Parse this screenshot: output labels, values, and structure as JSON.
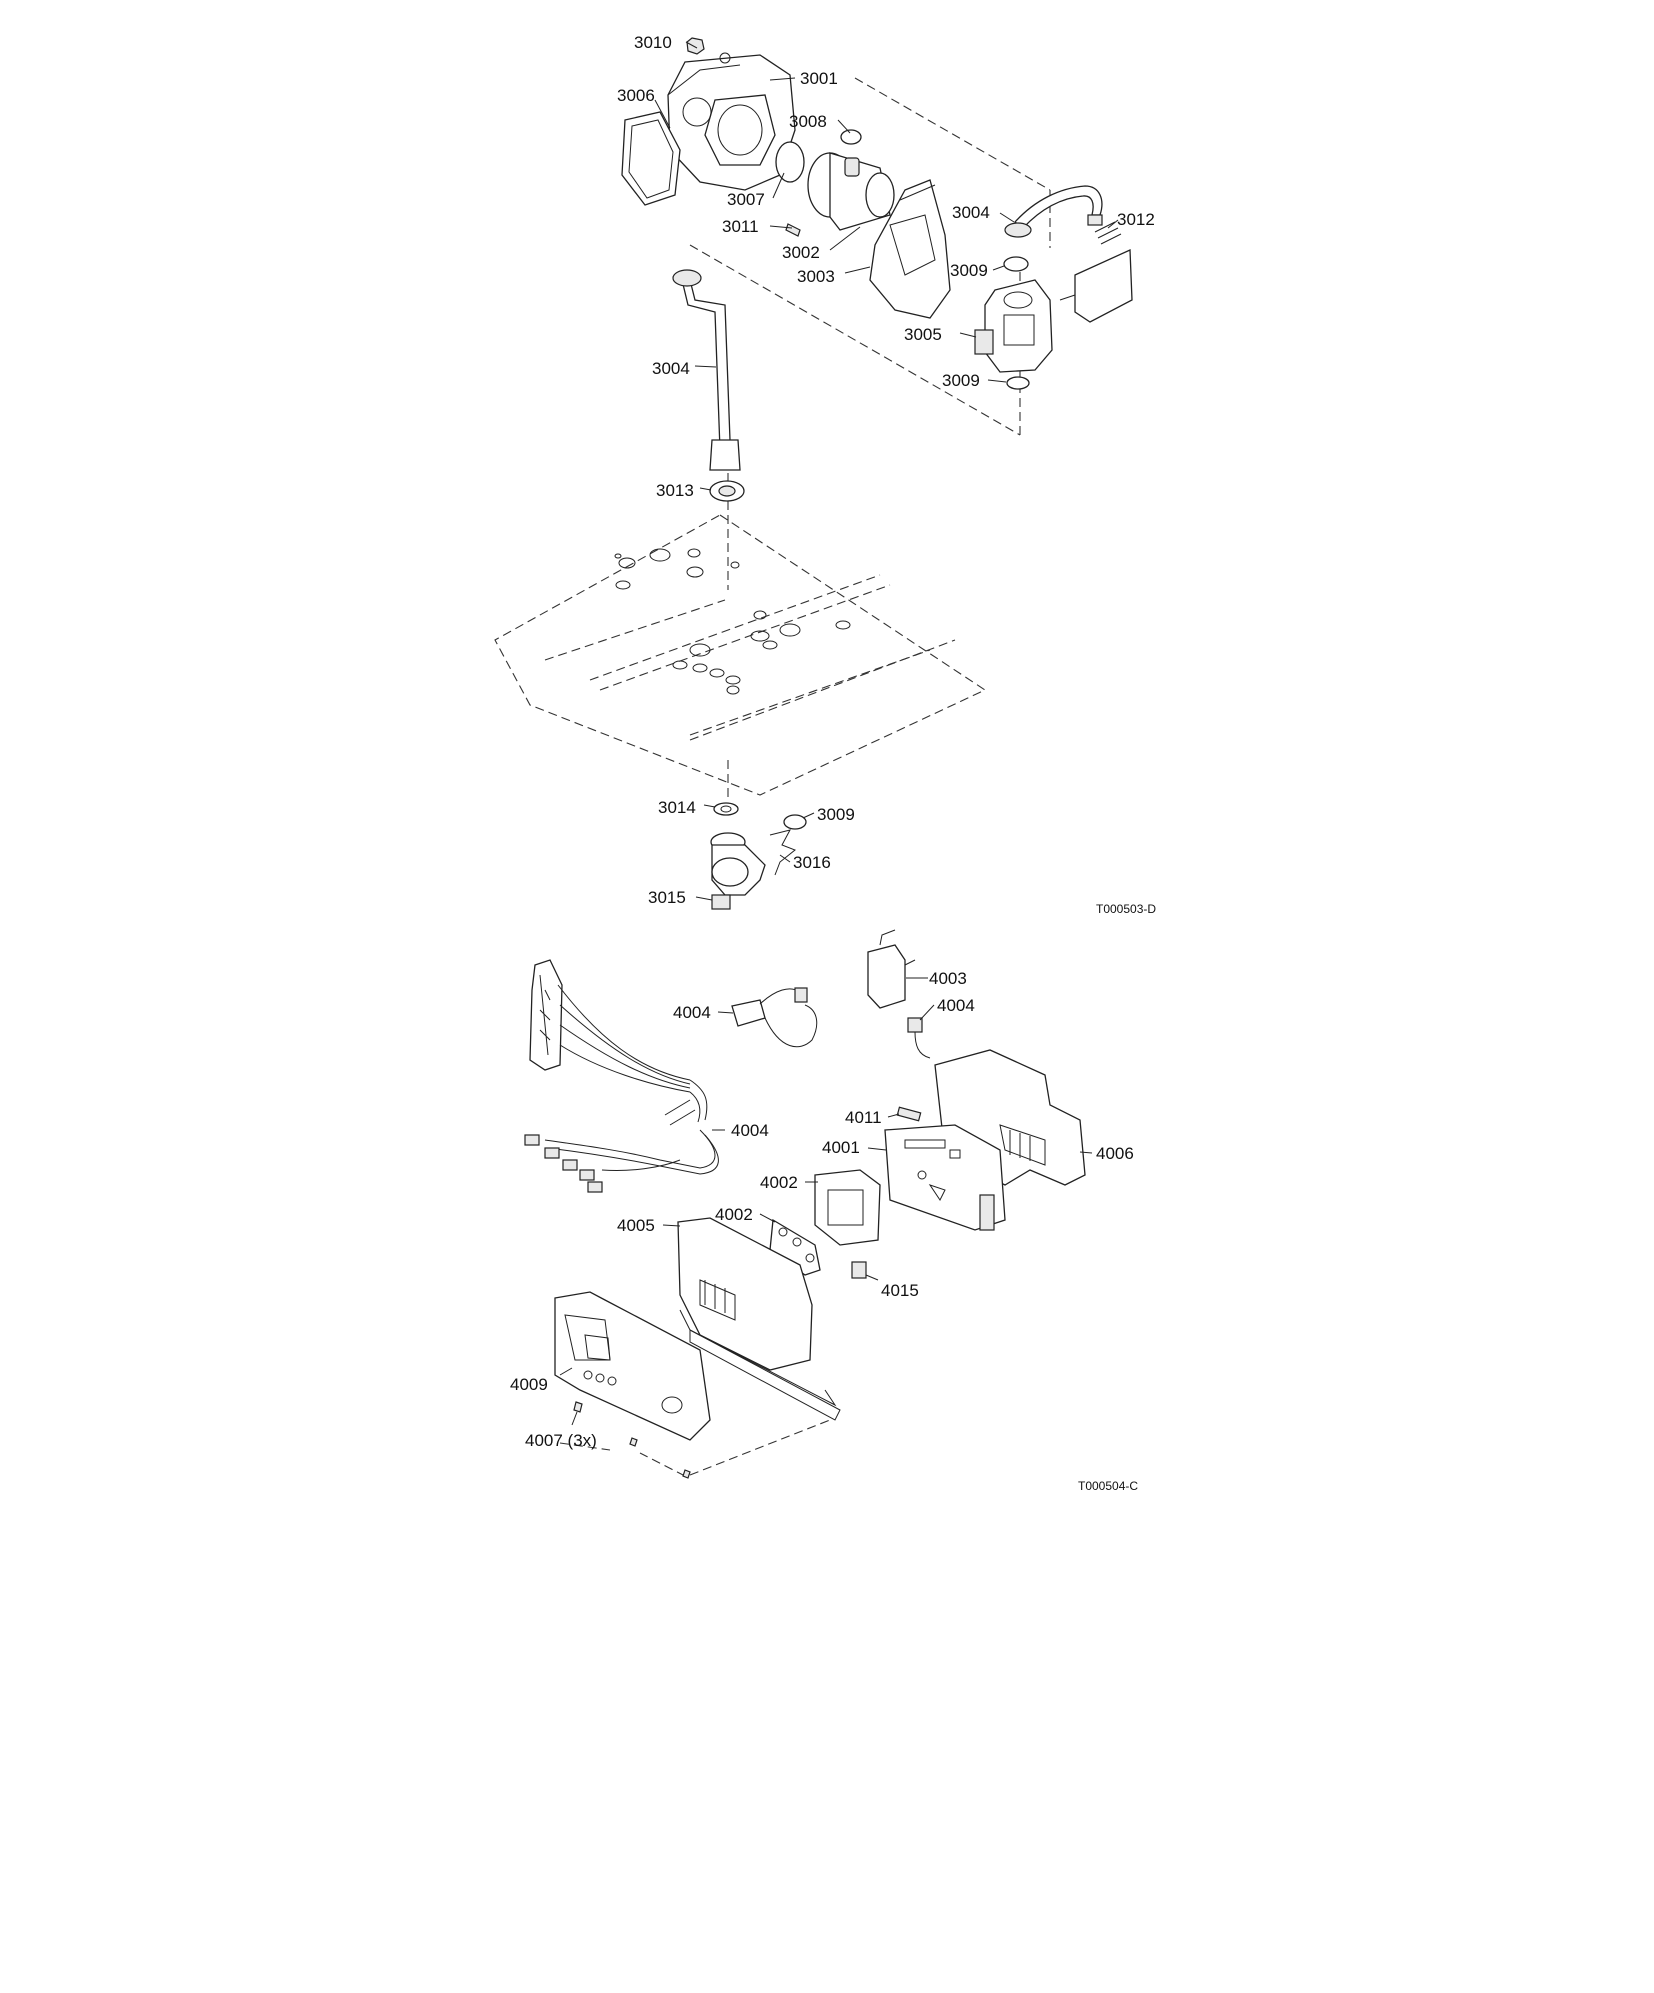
{
  "diagram_top": {
    "reference": "T000503-D",
    "callouts": [
      {
        "id": "3001",
        "label": "3001"
      },
      {
        "id": "3002",
        "label": "3002"
      },
      {
        "id": "3003",
        "label": "3003"
      },
      {
        "id": "3004a",
        "label": "3004"
      },
      {
        "id": "3004b",
        "label": "3004"
      },
      {
        "id": "3005",
        "label": "3005"
      },
      {
        "id": "3006",
        "label": "3006"
      },
      {
        "id": "3007",
        "label": "3007"
      },
      {
        "id": "3008",
        "label": "3008"
      },
      {
        "id": "3009a",
        "label": "3009"
      },
      {
        "id": "3009b",
        "label": "3009"
      },
      {
        "id": "3009c",
        "label": "3009"
      },
      {
        "id": "3010",
        "label": "3010"
      },
      {
        "id": "3011",
        "label": "3011"
      },
      {
        "id": "3012",
        "label": "3012"
      },
      {
        "id": "3013",
        "label": "3013"
      },
      {
        "id": "3014",
        "label": "3014"
      },
      {
        "id": "3015",
        "label": "3015"
      },
      {
        "id": "3016",
        "label": "3016"
      }
    ]
  },
  "diagram_bottom": {
    "reference": "T000504-C",
    "callouts": [
      {
        "id": "4001",
        "label": "4001"
      },
      {
        "id": "4002a",
        "label": "4002"
      },
      {
        "id": "4002b",
        "label": "4002"
      },
      {
        "id": "4003",
        "label": "4003"
      },
      {
        "id": "4004a",
        "label": "4004"
      },
      {
        "id": "4004b",
        "label": "4004"
      },
      {
        "id": "4004c",
        "label": "4004"
      },
      {
        "id": "4005",
        "label": "4005"
      },
      {
        "id": "4006",
        "label": "4006"
      },
      {
        "id": "4007",
        "label": "4007 (3x)"
      },
      {
        "id": "4009",
        "label": "4009"
      },
      {
        "id": "4011",
        "label": "4011"
      },
      {
        "id": "4015",
        "label": "4015"
      }
    ]
  }
}
